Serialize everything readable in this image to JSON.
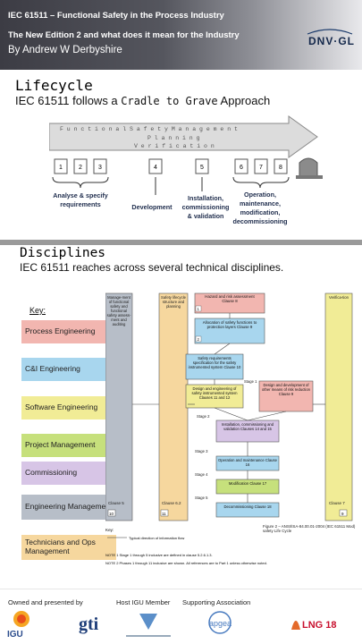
{
  "header": {
    "title": "IEC 61511 – Functional Safety in the Process Industry",
    "subtitle": "The New Edition 2 and what does it mean for the Industry",
    "author": "By Andrew W Derbyshire",
    "logo_text": "DNV·GL"
  },
  "lifecycle": {
    "heading": "Lifecycle",
    "intro": "IEC 61511 follows a ",
    "intro_bold": "Cradle to Grave",
    "intro_end": " Approach",
    "arrow_lines": [
      "F u n c t i o n a l   S a f e t y   M a n a g e m e n t",
      "P l a n n i n g",
      "V e r i f i c a t i o n"
    ],
    "steps": [
      "1",
      "2",
      "3",
      "4",
      "5",
      "6",
      "7",
      "8"
    ],
    "phase_labels": {
      "analyse": [
        "Analyse & specify",
        "requirements"
      ],
      "development": [
        "Development"
      ],
      "installation": [
        "Installation,",
        "commissioning",
        "& validation"
      ],
      "operation": [
        "Operation,",
        "maintenance,",
        "modification,",
        "decommissioning"
      ]
    },
    "colors": {
      "arrow": "#d9d9d9",
      "labels": "#1f2d4d"
    }
  },
  "disciplines": {
    "heading": "Disciplines",
    "intro": "IEC 61511 reaches across several technical disciplines.",
    "key_label": "Key:",
    "legend": [
      {
        "label": "Process Engineering",
        "color": "#f2b6b0"
      },
      {
        "label": "C&I Engineering",
        "color": "#a8d6ee"
      },
      {
        "label": "Software Engineering",
        "color": "#f1ec96"
      },
      {
        "label": "Project Management",
        "color": "#c6e07c"
      },
      {
        "label": "Commissioning",
        "color": "#d7c5e6"
      },
      {
        "label": "Engineering Management",
        "color": "#b7bec8"
      },
      {
        "label": "Technicians and Ops Management",
        "color": "#f6d79e"
      }
    ]
  },
  "diagram": {
    "col_mgmt": "Manage-ment of functional safety and functional safety assess-ment and auditing",
    "col_safety": "Safety lifecycle structure and planning",
    "col_verif": "Verifica-tion",
    "boxes": [
      {
        "text": "Hazard and risk assessment Clause 8",
        "num": "1"
      },
      {
        "text": "Allocation of safety functions to protection layers Clause 9",
        "num": "2"
      },
      {
        "text": "Safety requirements specification for the safety instrumented system Clause 10",
        "num": "3"
      },
      {
        "text": "Design and engineering of safety instrumented system Clauses 11 and 12",
        "num": "4"
      },
      {
        "text": "Design and development of other means of risk reduction Clause 9",
        "num": ""
      },
      {
        "text": "Installation, commissioning and validation Clauses 14 and 15",
        "num": "5"
      },
      {
        "text": "Operation and maintenance Clause 16",
        "num": "6"
      },
      {
        "text": "Modification Clause 17",
        "num": "7"
      },
      {
        "text": "Decommissioning Clause 18",
        "num": "8"
      }
    ],
    "stages": [
      "Stage 1",
      "Stage 2",
      "Stage 3",
      "Stage 4",
      "Stage 5"
    ],
    "clause_bottom_left": "Clause 5",
    "clause_bottom_mid": "Clause 6.2",
    "clause_bottom_right": "Clause 7",
    "num_bottom_left": "10",
    "num_bottom_mid": "11",
    "num_bottom_right": "9",
    "key": "Key:",
    "key_arrow": "Typical direction of information flow",
    "figure_caption": "Figure 2 – ANSI/ISA-84.00.01-2004 (IEC 61511 Mod) safety Life Cycle",
    "note1": "NOTE 1   Stage 1 through 5 inclusive are defined in clause 5.2.6.1.3.",
    "note2": "NOTE 2   Phases 1 through 11 inclusive are shown. All references are to Part 1 unless otherwise noted."
  },
  "footer": {
    "owned": "Owned and presented by",
    "host": "Host IGU Member",
    "supporting": "Supporting Association",
    "logos": [
      "IGU",
      "gti",
      "apgea",
      "LNG 18"
    ]
  }
}
